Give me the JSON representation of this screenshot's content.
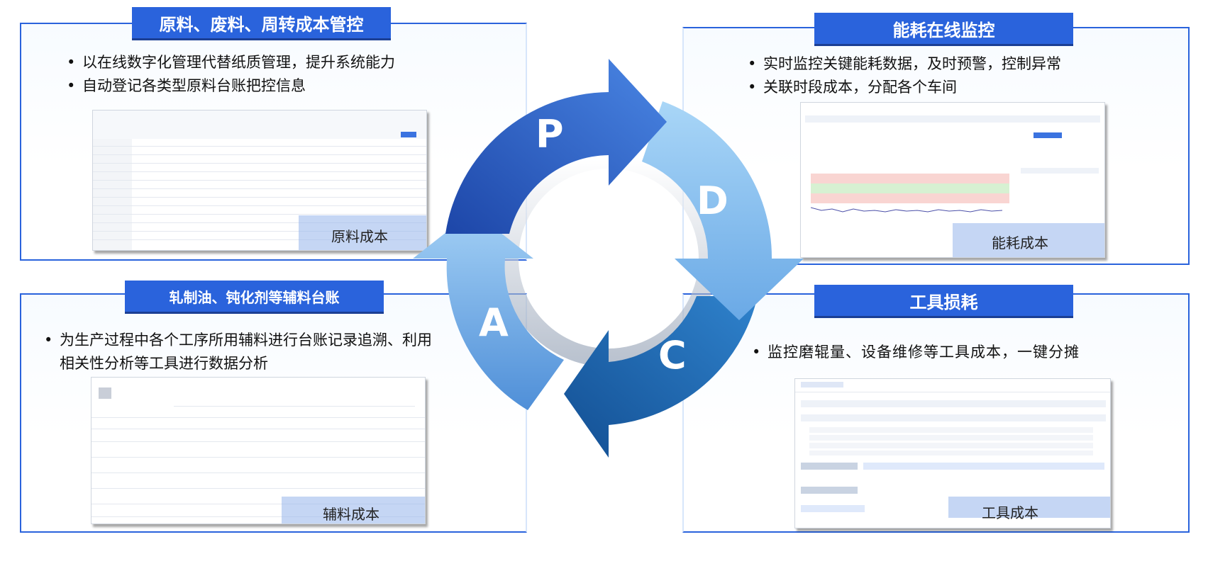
{
  "cycle": {
    "letters": [
      "P",
      "D",
      "C",
      "A"
    ]
  },
  "panels": {
    "top_left": {
      "title": "原料、废料、周转成本管控",
      "bullets": [
        "以在线数字化管理代替纸质管理，提升系统能力",
        "自动登记各类型原料台账把控信息"
      ],
      "caption": "原料成本"
    },
    "top_right": {
      "title": "能耗在线监控",
      "bullets": [
        "实时监控关键能耗数据，及时预警，控制异常",
        "关联时段成本，分配各个车间"
      ],
      "caption": "能耗成本"
    },
    "bottom_left": {
      "title": "轧制油、钝化剂等辅料台账",
      "bullets": [
        "为生产过程中各个工序所用辅料进行台账记录追溯、利用相关性分析等工具进行数据分析"
      ],
      "caption": "辅料成本"
    },
    "bottom_right": {
      "title": "工具损耗",
      "bullets": [
        "监控磨辊量、设备维修等工具成本，一键分摊"
      ],
      "caption": "工具成本"
    }
  },
  "colors": {
    "title_blue": "#2a63dc",
    "arrow_p": "#3a6fd6",
    "arrow_d": "#7fbdf0",
    "arrow_c": "#1f6fb8",
    "arrow_a": "#79b4ea"
  }
}
